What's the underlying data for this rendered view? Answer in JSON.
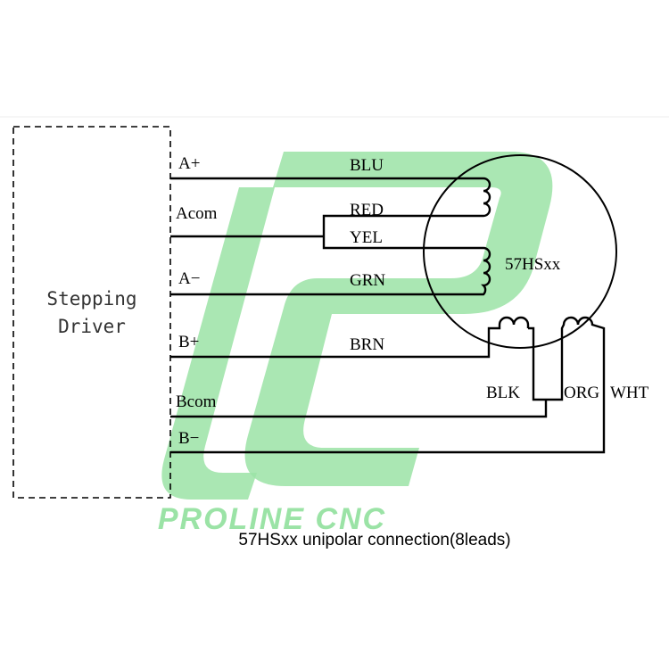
{
  "watermark": {
    "text": "PROLINE CNC",
    "color": "#9be3a6"
  },
  "driver": {
    "label_line1": "Stepping",
    "label_line2": "Driver"
  },
  "terminals": {
    "a_plus": "A+",
    "a_com": "Acom",
    "a_minus": "A−",
    "b_plus": "B+",
    "b_com": "Bcom",
    "b_minus": "B−"
  },
  "wires": {
    "blu": "BLU",
    "red": "RED",
    "yel": "YEL",
    "grn": "GRN",
    "brn": "BRN",
    "blk": "BLK",
    "org": "ORG",
    "wht": "WHT"
  },
  "motor": {
    "label": "57HSxx"
  },
  "caption": "57HSxx unipolar connection(8leads)",
  "colors": {
    "line": "#000000",
    "background": "#ffffff"
  }
}
